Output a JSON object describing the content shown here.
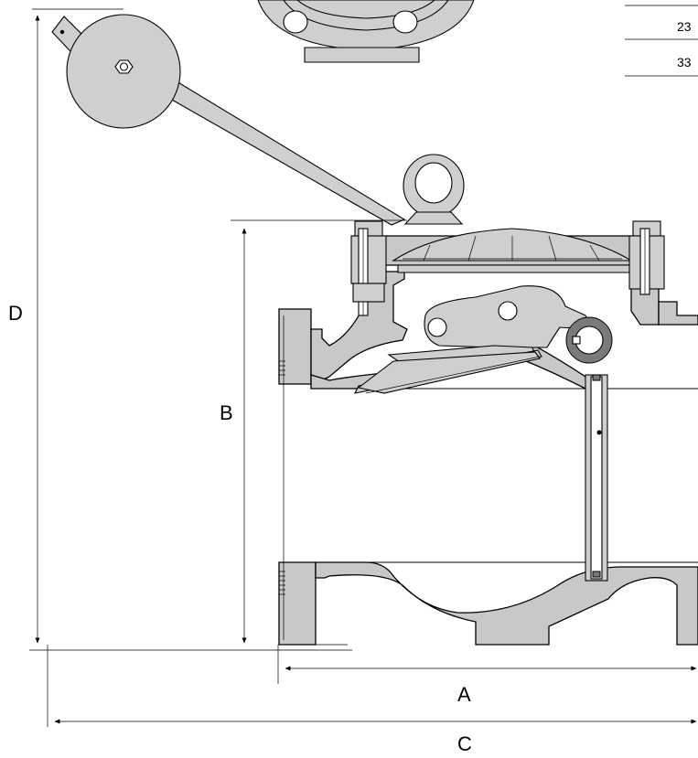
{
  "dimensions": {
    "A": "A",
    "B": "B",
    "C": "C",
    "D": "D"
  },
  "table": {
    "rows": [
      "23",
      "33"
    ]
  }
}
